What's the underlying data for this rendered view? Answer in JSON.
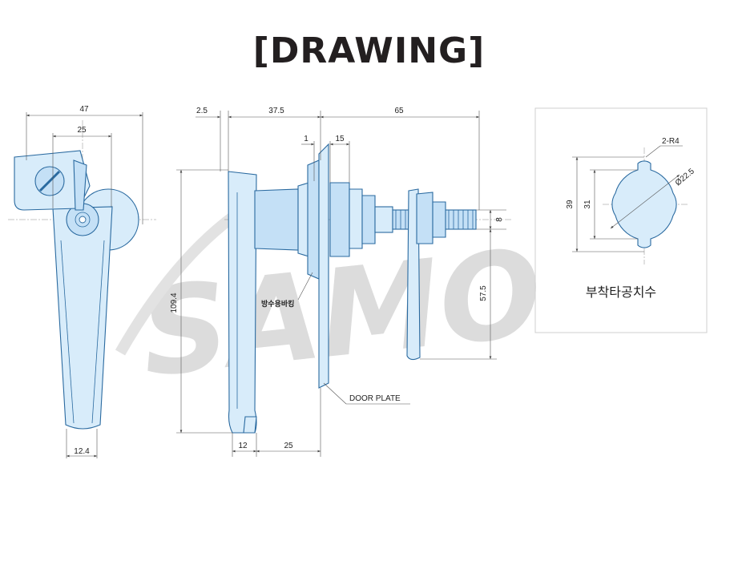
{
  "title": "[DRAWING]",
  "watermark": "SAMO",
  "dimensions": {
    "front_width": "47",
    "front_hub": "25",
    "front_bottom": "12.4",
    "side_offset": "2.5",
    "side_handle_length": "37.5",
    "side_shaft_length": "65",
    "side_gap": "1",
    "side_nut": "15",
    "side_height": "109.4",
    "side_thread": "8",
    "side_cam": "57.5",
    "side_bottom_a": "12",
    "side_bottom_b": "25",
    "cutout_radius": "2-R4",
    "cutout_diameter": "Ø22.5",
    "cutout_height_outer": "39",
    "cutout_height_inner": "31"
  },
  "labels": {
    "gasket": "방수용바킹",
    "door_plate": "DOOR PLATE",
    "cutout_caption": "부착타공치수"
  },
  "colors": {
    "part_fill": "#d8ecfa",
    "part_stroke": "#2a6aa0",
    "dimension_line": "#555555",
    "watermark": "#dcdcdc"
  }
}
